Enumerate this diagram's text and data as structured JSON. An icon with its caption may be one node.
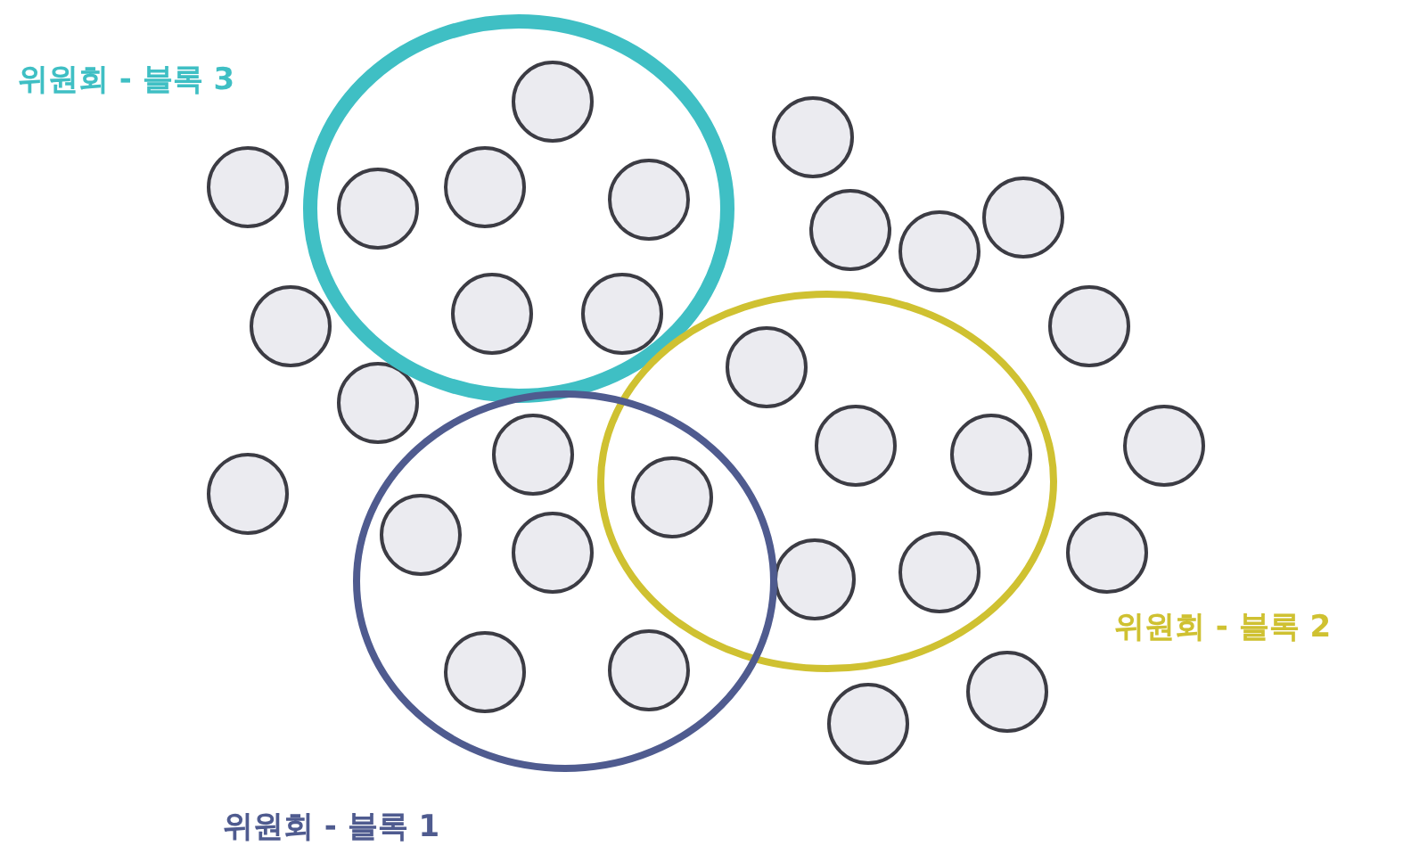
{
  "diagram": {
    "nodes": [
      {
        "text": [
          "위원회 - 블록 3"
        ]
      },
      {
        "text": [
          "위원회 - 블록 2"
        ]
      },
      {
        "text": [
          "위원회 - 블록 1"
        ]
      },
      {
        "text": [],
        "shape": "circle",
        "in": 0
      },
      {
        "text": [],
        "shape": "circle"
      },
      {
        "text": [],
        "shape": "circle",
        "in": 0
      },
      {
        "text": [],
        "shape": "circle",
        "in": 0
      },
      {
        "text": [],
        "shape": "circle",
        "in": 0
      },
      {
        "text": [],
        "shape": "circle"
      },
      {
        "text": [],
        "shape": "circle"
      },
      {
        "text": [],
        "shape": "circle"
      },
      {
        "text": [],
        "shape": "circle"
      },
      {
        "text": [],
        "shape": "circle"
      },
      {
        "text": [],
        "shape": "circle",
        "in": 0
      },
      {
        "text": [],
        "shape": "circle",
        "in": 0
      },
      {
        "text": [],
        "shape": "circle"
      },
      {
        "text": [],
        "shape": "circle"
      },
      {
        "text": [],
        "shape": "circle",
        "in": 1
      },
      {
        "text": [],
        "shape": "circle",
        "in": 2
      },
      {
        "text": [],
        "shape": "circle",
        "in": 1
      },
      {
        "text": [],
        "shape": "circle",
        "in": 1
      },
      {
        "text": [],
        "shape": "circle"
      },
      {
        "text": [],
        "shape": "circle"
      },
      {
        "text": [],
        "shape": "circle",
        "in": 2
      },
      {
        "text": [],
        "shape": "circle",
        "in": 2
      },
      {
        "text": [],
        "shape": "circle"
      },
      {
        "text": [],
        "shape": "circle",
        "in": 1
      },
      {
        "text": [],
        "shape": "circle",
        "in": 1
      },
      {
        "text": [],
        "shape": "circle"
      },
      {
        "text": [],
        "shape": "circle",
        "in": 2
      },
      {
        "text": [],
        "shape": "circle",
        "in": 2
      },
      {
        "text": [],
        "shape": "circle"
      },
      {
        "text": [],
        "shape": "circle"
      }
    ],
    "edges": []
  }
}
